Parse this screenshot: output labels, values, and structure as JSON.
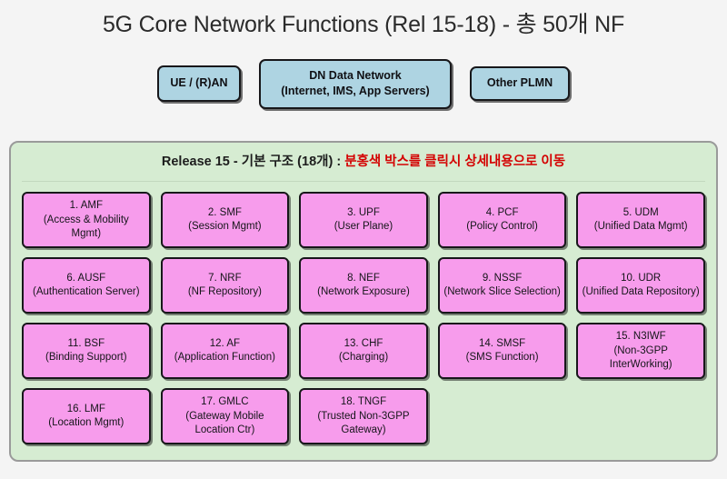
{
  "page": {
    "title": "5G Core Network Functions (Rel 15-18) - 총 50개 NF",
    "background_color": "#f4f4f4"
  },
  "external_entities": {
    "ue": {
      "line1": "UE / (R)AN"
    },
    "dn": {
      "line1": "DN Data Network",
      "line2": "(Internet, IMS, App Servers)"
    },
    "other_plmn": {
      "line1": "Other PLMN"
    },
    "box_color": "#aed4e2"
  },
  "release_panel": {
    "header_main": "Release 15 - 기본 구조 (18개) : ",
    "header_accent": "분홍색 박스를 클릭시 상세내용으로 이동",
    "accent_color": "#d40000",
    "panel_color": "#d6ecd2",
    "nf_box_color": "#f79cec",
    "functions": [
      {
        "name": "1. AMF",
        "desc": "(Access & Mobility Mgmt)"
      },
      {
        "name": "2. SMF",
        "desc": "(Session Mgmt)"
      },
      {
        "name": "3. UPF",
        "desc": "(User Plane)"
      },
      {
        "name": "4. PCF",
        "desc": "(Policy Control)"
      },
      {
        "name": "5. UDM",
        "desc": "(Unified Data Mgmt)"
      },
      {
        "name": "6. AUSF",
        "desc": "(Authentication Server)"
      },
      {
        "name": "7. NRF",
        "desc": "(NF Repository)"
      },
      {
        "name": "8. NEF",
        "desc": "(Network Exposure)"
      },
      {
        "name": "9. NSSF",
        "desc": "(Network Slice Selection)"
      },
      {
        "name": "10. UDR",
        "desc": "(Unified Data Repository)"
      },
      {
        "name": "11. BSF",
        "desc": "(Binding Support)"
      },
      {
        "name": "12. AF",
        "desc": "(Application Function)"
      },
      {
        "name": "13. CHF",
        "desc": "(Charging)"
      },
      {
        "name": "14. SMSF",
        "desc": "(SMS Function)"
      },
      {
        "name": "15. N3IWF",
        "desc": "(Non-3GPP InterWorking)"
      },
      {
        "name": "16. LMF",
        "desc": "(Location Mgmt)"
      },
      {
        "name": "17. GMLC",
        "desc": "(Gateway Mobile Location Ctr)"
      },
      {
        "name": "18. TNGF",
        "desc": "(Trusted Non-3GPP Gateway)"
      }
    ]
  }
}
